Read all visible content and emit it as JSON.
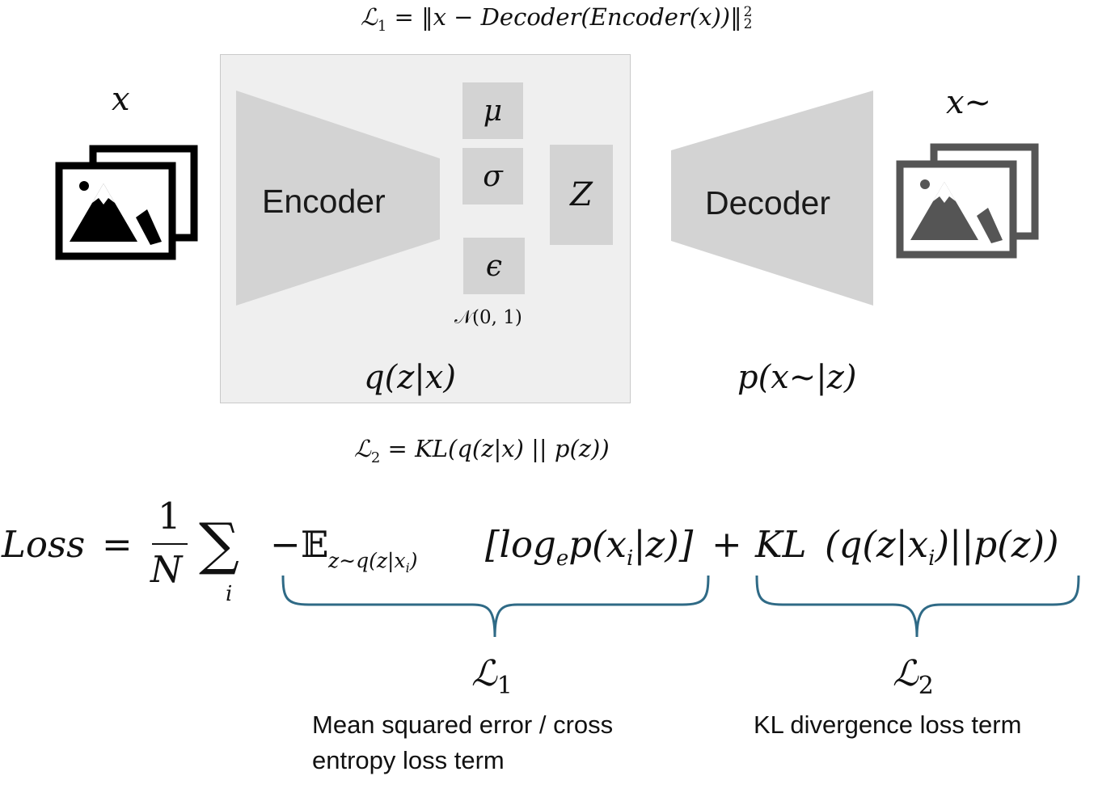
{
  "top_equation": {
    "lhs": "ℒ",
    "lhs_sub": "1",
    "body": " = ‖x − Decoder(Encoder(x))‖",
    "sub": "2",
    "sup": "2"
  },
  "input_label": "x",
  "output_label": "x~",
  "encoder": {
    "label": "Encoder",
    "mu": "μ",
    "sigma": "σ",
    "epsilon": "ϵ",
    "z": "Z",
    "prior": "𝒩(0, 1)",
    "distribution": "q(z|x)"
  },
  "decoder": {
    "label": "Decoder",
    "distribution": "p(x~|z)"
  },
  "kl_equation": {
    "lhs": "ℒ",
    "lhs_sub": "2",
    "body": " = KL(q(z|x) || p(z))"
  },
  "loss_formula": {
    "loss": "Loss",
    "equals": "=",
    "numerator": "1",
    "denominator": "N",
    "sum_symbol": "∑",
    "sum_index": "i",
    "minus": "−",
    "expectation": "𝔼",
    "expectation_sub": "z∼q(z|x",
    "expectation_sub_i": "i",
    "expectation_sub_close": ")",
    "term1": "[log",
    "term1_sub": "e",
    "term1_rest": "p(x",
    "term1_sub_i": "i",
    "term1_end": "|z)]",
    "plus": "+",
    "kl": "KL",
    "term2": "(q(z|x",
    "term2_sub_i": "i",
    "term2_end": ")||p(z))"
  },
  "annotations": {
    "l1_symbol": "ℒ",
    "l1_sub": "1",
    "l1_caption_line1": "Mean squared error / cross",
    "l1_caption_line2": "entropy loss term",
    "l2_symbol": "ℒ",
    "l2_sub": "2",
    "l2_caption": "KL divergence loss term"
  },
  "colors": {
    "brace": "#2f6a86",
    "trapezoid": "#d3d3d3",
    "frame": "#efefef",
    "input_icon": "#000000",
    "output_icon": "#555555"
  },
  "icons": {
    "input": "image-stack-icon",
    "output": "image-stack-icon"
  }
}
